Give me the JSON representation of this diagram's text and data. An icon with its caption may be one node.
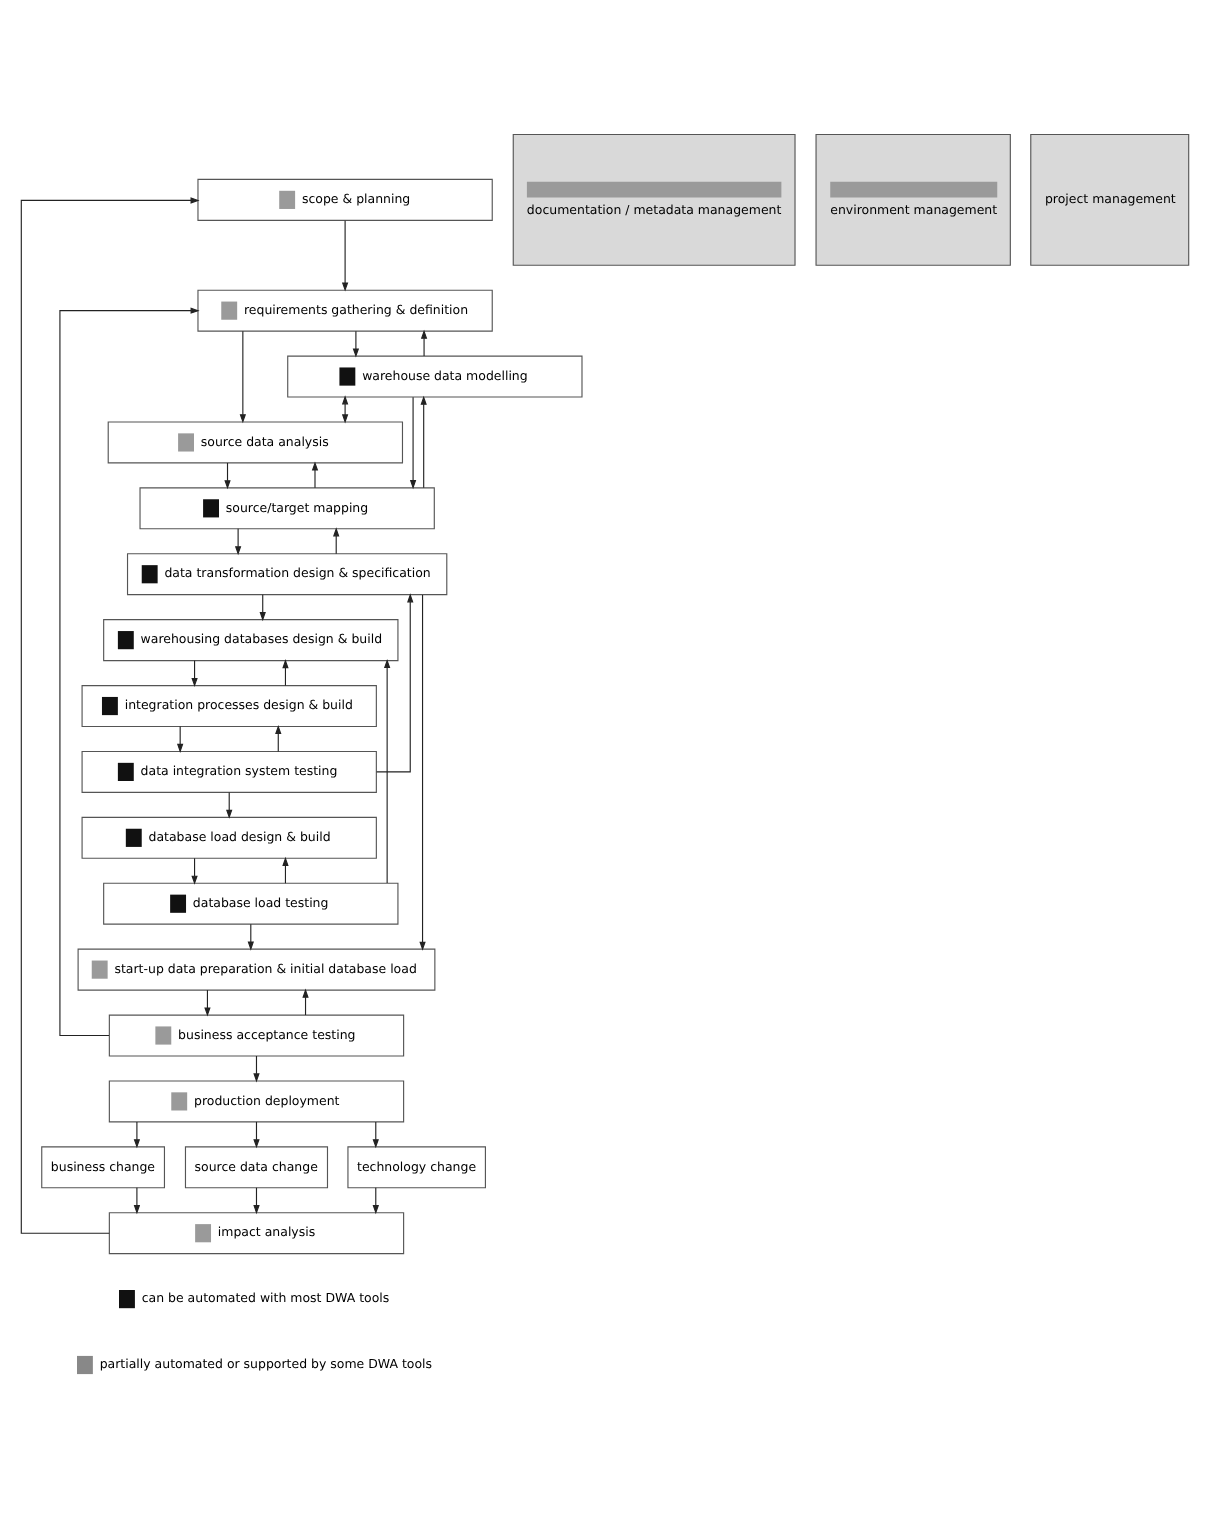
{
  "diagram": {
    "nodes": [
      {
        "text": [
          "scope & planning"
        ]
      },
      {
        "text": [
          "requirements gathering & definition"
        ]
      },
      {
        "text": [
          "warehouse data modelling"
        ]
      },
      {
        "text": [
          "source data analysis"
        ]
      },
      {
        "text": [
          "source/target mapping"
        ]
      },
      {
        "text": [
          "data transformation design & specification"
        ]
      },
      {
        "text": [
          "warehousing databases design & build"
        ]
      },
      {
        "text": [
          "integration processes design & build"
        ]
      },
      {
        "text": [
          "data integration system testing"
        ]
      },
      {
        "text": [
          "database load design & build"
        ]
      },
      {
        "text": [
          "database load testing"
        ]
      },
      {
        "text": [
          "start-up data preparation & initial database load"
        ]
      },
      {
        "text": [
          "business acceptance testing"
        ]
      },
      {
        "text": [
          "production deployment"
        ]
      },
      {
        "text": [
          "business change"
        ]
      },
      {
        "text": [
          "source data change"
        ]
      },
      {
        "text": [
          "technology change"
        ]
      },
      {
        "text": [
          "impact analysis"
        ]
      },
      {
        "text": [
          "documentation / metadata management"
        ]
      },
      {
        "text": [
          "environment management"
        ]
      },
      {
        "text": [
          "project management"
        ]
      }
    ],
    "edges": [
      {
        "from": 0,
        "to": 1,
        "arrow": "to"
      },
      {
        "from": 1,
        "to": 2,
        "arrow": "to"
      },
      {
        "from": 1,
        "to": 3,
        "arrow": "to"
      },
      {
        "from": 2,
        "to": 3,
        "arrow": "both"
      },
      {
        "from": 2,
        "to": 4,
        "arrow": "to"
      },
      {
        "from": 3,
        "to": 4,
        "arrow": "to"
      },
      {
        "from": 4,
        "to": 5,
        "arrow": "to"
      },
      {
        "from": 5,
        "to": 6,
        "arrow": "to"
      },
      {
        "from": 6,
        "to": 7,
        "arrow": "to"
      },
      {
        "from": 7,
        "to": 8,
        "arrow": "to"
      },
      {
        "from": 8,
        "to": 9,
        "arrow": "to"
      },
      {
        "from": 9,
        "to": 10,
        "arrow": "to"
      },
      {
        "from": 10,
        "to": 11,
        "arrow": "to"
      },
      {
        "from": 11,
        "to": 12,
        "arrow": "to"
      },
      {
        "from": 12,
        "to": 13,
        "arrow": "to"
      },
      {
        "from": 13,
        "to": 14,
        "arrow": "to"
      },
      {
        "from": 13,
        "to": 15,
        "arrow": "to"
      },
      {
        "from": 13,
        "to": 16,
        "arrow": "to"
      },
      {
        "from": 14,
        "to": 17,
        "arrow": "to"
      },
      {
        "from": 15,
        "to": 17,
        "arrow": "to"
      },
      {
        "from": 16,
        "to": 17,
        "arrow": "to"
      },
      {
        "from": 17,
        "to": 0,
        "arrow": "to"
      },
      {
        "from": 2,
        "to": 1,
        "arrow": "to"
      },
      {
        "from": 4,
        "to": 2,
        "arrow": "to"
      },
      {
        "from": 5,
        "to": 4,
        "arrow": "to"
      },
      {
        "from": 4,
        "to": 3,
        "arrow": "to"
      },
      {
        "from": 12,
        "to": 1,
        "arrow": "to"
      },
      {
        "from": 8,
        "to": 5,
        "arrow": "to"
      },
      {
        "from": 5,
        "to": 11,
        "arrow": "to"
      },
      {
        "from": 10,
        "to": 6,
        "arrow": "to"
      },
      {
        "from": 7,
        "to": 6,
        "arrow": "to"
      },
      {
        "from": 8,
        "to": 7,
        "arrow": "to"
      },
      {
        "from": 10,
        "to": 9,
        "arrow": "to"
      },
      {
        "from": 12,
        "to": 11,
        "arrow": "to"
      }
    ],
    "legend": [
      {
        "text": "can be automated with most DWA tools"
      },
      {
        "text": "partially automated or supported by some DWA tools"
      }
    ]
  }
}
